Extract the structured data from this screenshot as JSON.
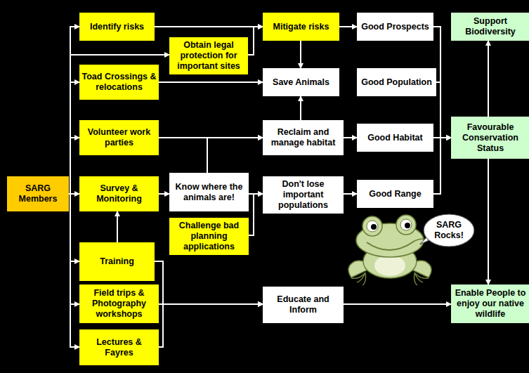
{
  "diagram": {
    "nodes": [
      {
        "text": [
          "SARG Members"
        ]
      },
      {
        "text": [
          "Identify risks"
        ]
      },
      {
        "text": [
          "Obtain legal protection for important sites"
        ]
      },
      {
        "text": [
          "Mitigate risks"
        ]
      },
      {
        "text": [
          "Good Prospects"
        ]
      },
      {
        "text": [
          "Support Biodiversity"
        ]
      },
      {
        "text": [
          "Toad Crossings & relocations"
        ]
      },
      {
        "text": [
          "Save Animals"
        ]
      },
      {
        "text": [
          "Good Population"
        ]
      },
      {
        "text": [
          "Volunteer work parties"
        ]
      },
      {
        "text": [
          "Reclaim and manage habitat"
        ]
      },
      {
        "text": [
          "Good Habitat"
        ]
      },
      {
        "text": [
          "Favourable Conservation Status"
        ]
      },
      {
        "text": [
          "Survey & Monitoring"
        ]
      },
      {
        "text": [
          "Know where the animals are!"
        ]
      },
      {
        "text": [
          "Don't lose important populations"
        ]
      },
      {
        "text": [
          "Good Range"
        ]
      },
      {
        "text": [
          "Challenge bad planning applications"
        ]
      },
      {
        "text": [
          "Training"
        ]
      },
      {
        "text": [
          "Field trips & Photography workshops"
        ]
      },
      {
        "text": [
          "Educate and Inform"
        ]
      },
      {
        "text": [
          "Enable People to enjoy our native wildlife"
        ]
      },
      {
        "text": [
          "Lectures & Fayres"
        ]
      },
      {
        "text": [
          "SARG Rocks!"
        ]
      }
    ],
    "edges": [
      {
        "from": 0,
        "to": 1,
        "arrow": "to"
      },
      {
        "from": 0,
        "to": 2,
        "arrow": "to"
      },
      {
        "from": 0,
        "to": 6,
        "arrow": "to"
      },
      {
        "from": 0,
        "to": 9,
        "arrow": "to"
      },
      {
        "from": 0,
        "to": 13,
        "arrow": "to"
      },
      {
        "from": 0,
        "to": 18,
        "arrow": "to"
      },
      {
        "from": 0,
        "to": 19,
        "arrow": "to"
      },
      {
        "from": 0,
        "to": 22,
        "arrow": "to"
      },
      {
        "from": 1,
        "to": 3,
        "arrow": "to"
      },
      {
        "from": 2,
        "to": 3,
        "arrow": "to"
      },
      {
        "from": 3,
        "to": 4,
        "arrow": "to"
      },
      {
        "from": 3,
        "to": 7,
        "arrow": "to"
      },
      {
        "from": 6,
        "to": 7,
        "arrow": "to"
      },
      {
        "from": 9,
        "to": 10,
        "arrow": "to"
      },
      {
        "from": 10,
        "to": 7,
        "arrow": "to"
      },
      {
        "from": 10,
        "to": 11,
        "arrow": "to"
      },
      {
        "from": 13,
        "to": 14,
        "arrow": "to"
      },
      {
        "from": 14,
        "to": 10,
        "arrow": "to"
      },
      {
        "from": 14,
        "to": 15,
        "arrow": "to"
      },
      {
        "from": 17,
        "to": 15,
        "arrow": "to"
      },
      {
        "from": 15,
        "to": 16,
        "arrow": "to"
      },
      {
        "from": 18,
        "to": 13,
        "arrow": "to"
      },
      {
        "from": 18,
        "to": 20,
        "arrow": "to"
      },
      {
        "from": 19,
        "to": 20,
        "arrow": "to"
      },
      {
        "from": 22,
        "to": 20,
        "arrow": "to"
      },
      {
        "from": 20,
        "to": 21,
        "arrow": "to"
      },
      {
        "from": 4,
        "to": 12,
        "arrow": "to"
      },
      {
        "from": 8,
        "to": 12,
        "arrow": "to"
      },
      {
        "from": 11,
        "to": 12,
        "arrow": "to"
      },
      {
        "from": 16,
        "to": 12,
        "arrow": "to"
      },
      {
        "from": 12,
        "to": 5,
        "arrow": "to"
      },
      {
        "from": 12,
        "to": 21,
        "arrow": "to"
      }
    ]
  }
}
